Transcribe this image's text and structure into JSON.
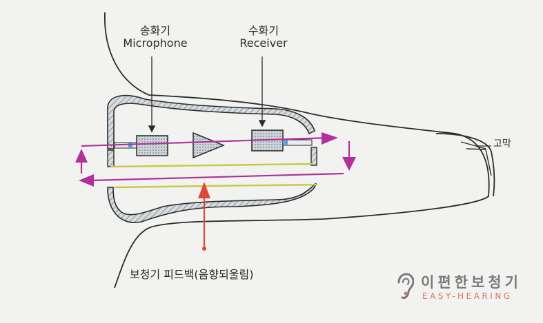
{
  "labels": {
    "microphone_ko": "송화기",
    "microphone_en": "Microphone",
    "receiver_ko": "수화기",
    "receiver_en": "Receiver",
    "eardrum": "고막",
    "feedback": "보청기 피드백(음향되울림)"
  },
  "brand": {
    "name": "이편한보청기",
    "subtitle": "EASY-HEARING",
    "icon": "ear-icon"
  },
  "colors": {
    "signal_arrow": "#b0309c",
    "feedback_arrow": "#e0473a",
    "leak_path": "#c9c94a",
    "outline": "#2a2a2a",
    "brand_text": "#7a7a7a",
    "brand_accent": "#d8756a",
    "tube_accent": "#4aa3e0"
  }
}
